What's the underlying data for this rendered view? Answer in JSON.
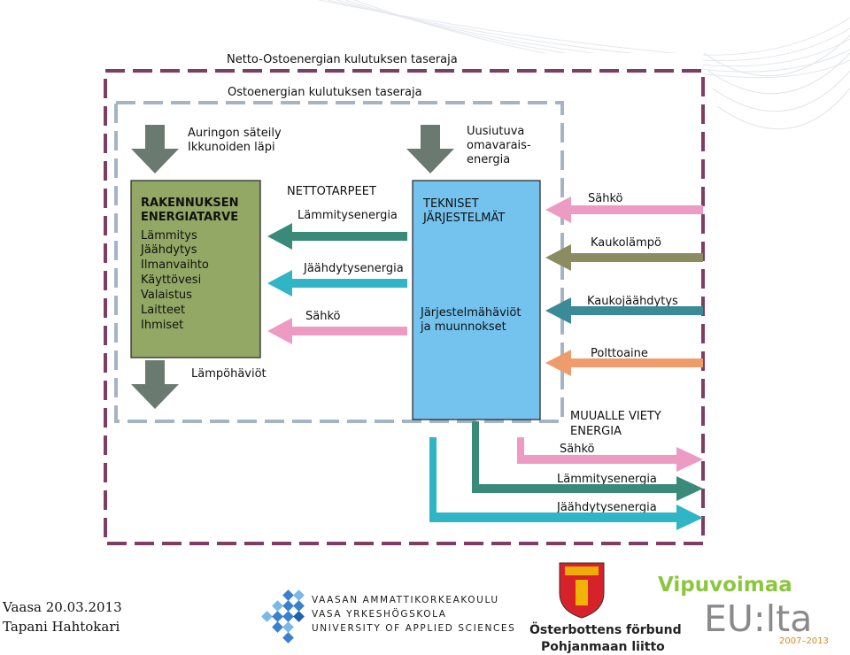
{
  "colors": {
    "outer_border": "#7e3e63",
    "inner_border": "#a5b4c4",
    "green_box": "#93a865",
    "blue_box": "#73c3ee",
    "gray_arrow": "#6b7a70",
    "pink": "#ee9bc4",
    "teal_dark": "#3a8a7a",
    "cyan": "#30b5c6",
    "olive": "#8c8c62",
    "steel_teal": "#3b8a98",
    "orange": "#ee9c6c"
  },
  "diagram": {
    "outer_boundary_label": "Netto-Ostoenergian kulutuksen taseraja",
    "inner_boundary_label": "Ostoenergian kulutuksen taseraja",
    "solar_label": [
      "Auringon säteily",
      "Ikkunoiden läpi"
    ],
    "renewable_label": [
      "Uusiutuva",
      "omavarais-",
      "energia"
    ],
    "building_box": {
      "heading": [
        "RAKENNUKSEN",
        "ENERGIATARVE"
      ],
      "items": [
        "Lämmitys",
        "Jäähdytys",
        "Ilmanvaihto",
        "Käyttövesi",
        "Valaistus",
        "Laitteet",
        "Ihmiset"
      ]
    },
    "heat_loss_label": "Lämpöhäviöt",
    "net_needs_label": "NETTOTARPEET",
    "net_flows": [
      "Lämmitysenergia",
      "Jäähdytysenergia",
      "Sähkö"
    ],
    "tech_box": {
      "heading": [
        "TEKNISET",
        "JÄRJESTELMÄT"
      ],
      "losses": [
        "Järjestelmähäviöt",
        "ja muunnokset"
      ]
    },
    "inputs": [
      "Sähkö",
      "Kaukolämpö",
      "Kaukojäähdytys",
      "Polttoaine"
    ],
    "exported_heading": [
      "MUUALLE VIETY",
      "ENERGIA"
    ],
    "exports": [
      "Sähkö",
      "Lämmitysenergia",
      "Jäähdytysenergia"
    ]
  },
  "footer": {
    "place_date": "Vaasa 20.03.2013",
    "author": "Tapani Hahtokari"
  },
  "logos": {
    "vamk": [
      "VAASAN AMMATTIKORKEAKOULU",
      "VASA YRKESHÖGSKOLA",
      "UNIVERSITY OF APPLIED SCIENCES"
    ],
    "obf": [
      "Österbottens förbund",
      "Pohjanmaan liitto"
    ],
    "vipuvoimaa": "Vipuvoimaa",
    "eu": "EU:lta",
    "years": "2007–2013"
  }
}
